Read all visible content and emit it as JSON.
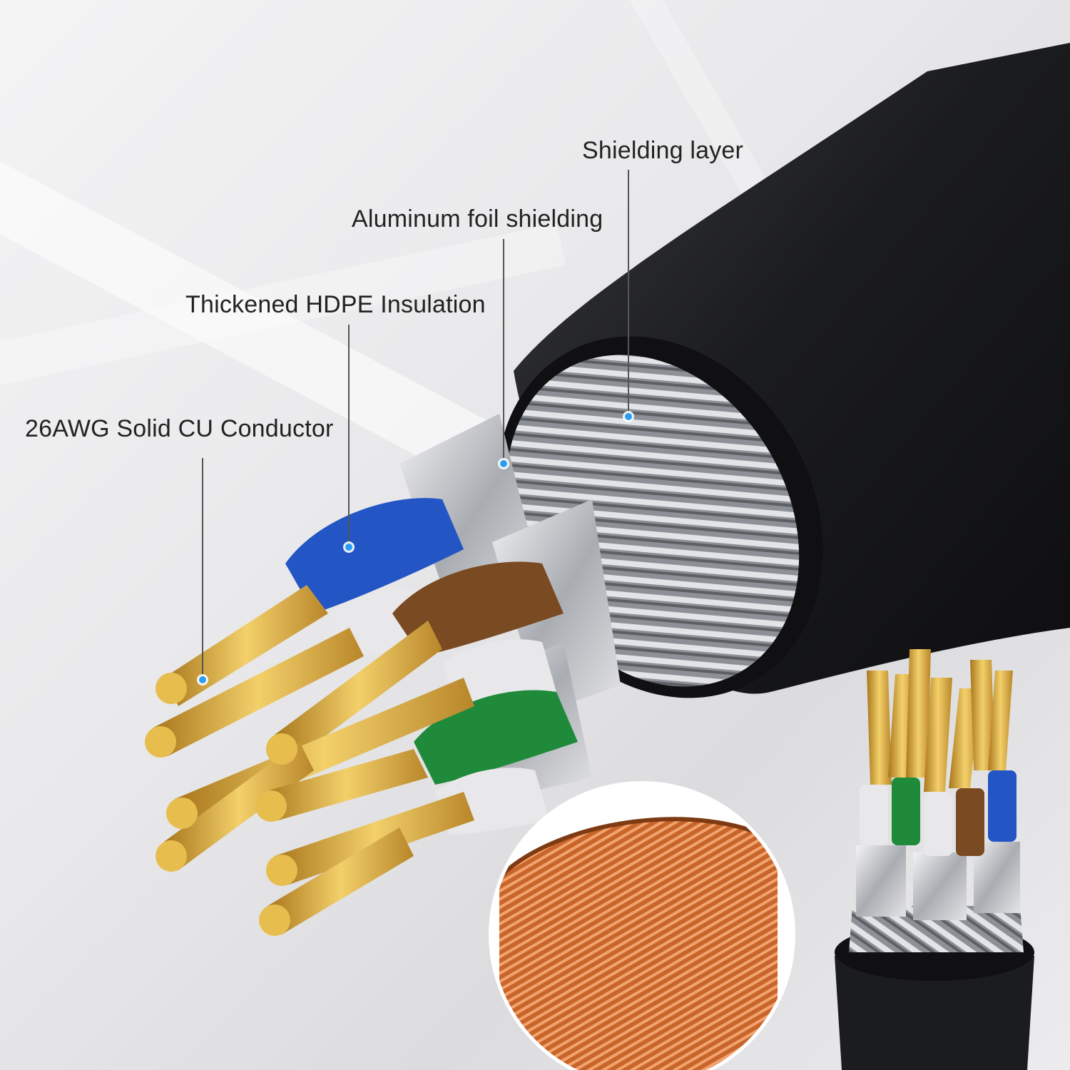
{
  "labels": {
    "shielding_layer": "Shielding layer",
    "aluminum_foil": "Aluminum foil shielding",
    "hdpe_insulation": "Thickened HDPE Insulation",
    "conductor": "26AWG Solid CU Conductor"
  },
  "colors": {
    "jacket": "#1b1c1e",
    "copper_gold": "#d8a93a",
    "blue_insulation": "#2355c4",
    "brown_insulation": "#7a4a22",
    "green_insulation": "#1f8a3a",
    "white_insulation": "#e8e8ea",
    "foil_silver": "#c9cbcf",
    "marker_dot": "#2a9df4",
    "copper_coil": "#c8652b"
  }
}
